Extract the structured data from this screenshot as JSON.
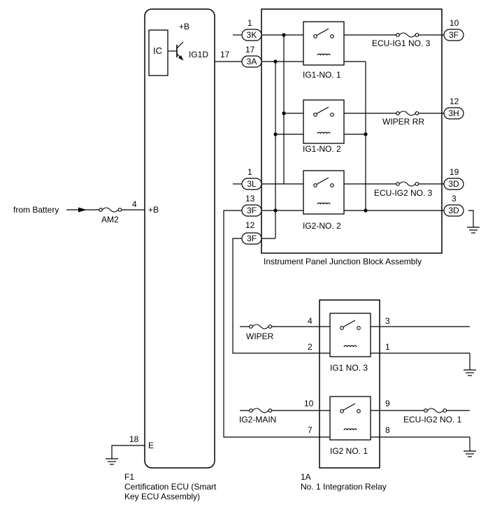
{
  "ecu": {
    "code": "F1",
    "name_line1": "Certification ECU (Smart",
    "name_line2": "Key ECU Assembly)",
    "ic_label": "IC",
    "bplus_supply_label": "+B",
    "ig1d_label": "IG1D",
    "pin_ig1d": "17",
    "pin_bplus": "4",
    "bplus_label": "+B",
    "pin_e": "18",
    "e_label": "E"
  },
  "battery": {
    "label": "from Battery",
    "fuse_label": "AM2"
  },
  "junction_block": {
    "title": "Instrument Panel Junction Block Assembly",
    "connectors": {
      "left_3k": {
        "name": "3K",
        "pin": "1"
      },
      "left_3a": {
        "name": "3A",
        "pin": "17"
      },
      "left_3l": {
        "name": "3L",
        "pin": "1"
      },
      "left_3f_13": {
        "name": "3F",
        "pin": "13"
      },
      "left_3f_12": {
        "name": "3F",
        "pin": "12"
      },
      "right_3f": {
        "name": "3F",
        "pin": "10"
      },
      "right_3h": {
        "name": "3H",
        "pin": "12"
      },
      "right_3d_19": {
        "name": "3D",
        "pin": "19"
      },
      "right_3d_3": {
        "name": "3D",
        "pin": "3"
      }
    },
    "relays": {
      "ig1_no1": "IG1-NO. 1",
      "ig1_no2": "IG1-NO. 2",
      "ig2_no2": "IG2-NO. 2"
    },
    "fuses": {
      "ecu_ig1_no3": "ECU-IG1 NO. 3",
      "wiper_rr": "WIPER RR",
      "ecu_ig2_no3": "ECU-IG2 NO. 3"
    }
  },
  "integration_relay": {
    "code": "1A",
    "name": "No. 1 Integration Relay",
    "relay_ig1_no3": "IG1 NO. 3",
    "relay_ig2_no1": "IG2 NO. 1",
    "pins": {
      "p4": "4",
      "p3": "3",
      "p2": "2",
      "p1": "1",
      "p10": "10",
      "p9": "9",
      "p7": "7",
      "p8": "8"
    },
    "fuses": {
      "wiper": "WIPER",
      "ig2_main": "IG2-MAIN",
      "ecu_ig2_no1": "ECU-IG2 NO. 1"
    }
  }
}
